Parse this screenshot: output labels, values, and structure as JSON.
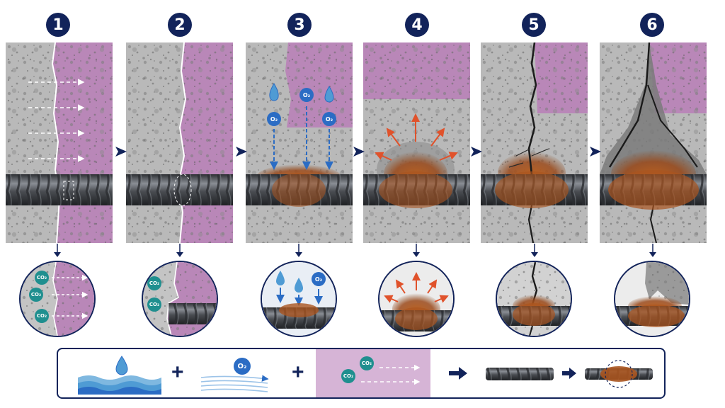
{
  "steps": [
    {
      "number": "1"
    },
    {
      "number": "2"
    },
    {
      "number": "3"
    },
    {
      "number": "4"
    },
    {
      "number": "5"
    },
    {
      "number": "6"
    }
  ],
  "molecules": {
    "co2": "CO₂",
    "o2": "O₂"
  },
  "legend": {
    "plus_1": "+",
    "plus_2": "+"
  },
  "colors": {
    "navy": "#12235a",
    "concrete": "#b7b7b7",
    "carbonated": "#b987b8",
    "rust": "#a9541f",
    "steel": "#4a4d52",
    "co2_teal": "#1f8f8f",
    "o2_blue": "#2b6cc4",
    "water": "#4f9bd4",
    "expansion_arrow": "#e0522b"
  },
  "icons": [
    "co2-molecule-icon",
    "o2-molecule-icon",
    "water-drop-icon",
    "rebar-icon",
    "arrow-right-icon",
    "arrow-down-icon"
  ]
}
